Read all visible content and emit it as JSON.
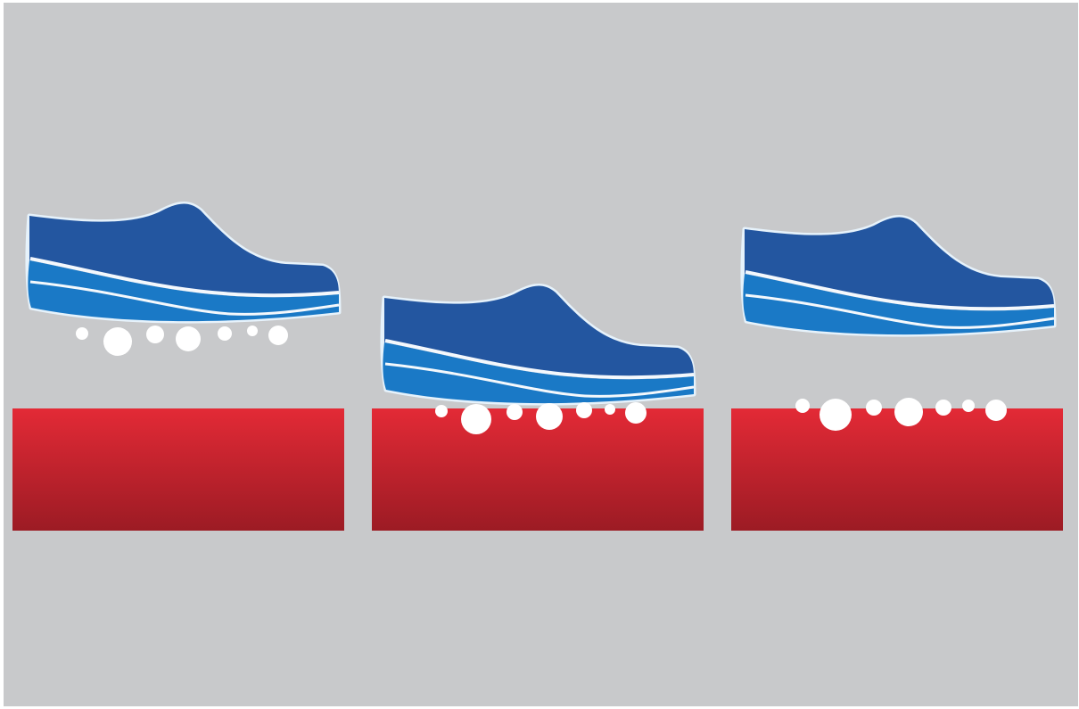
{
  "illustration": {
    "panels": [
      {
        "id": "panel-1",
        "granule_state": "above-surface"
      },
      {
        "id": "panel-2",
        "granule_state": "embedded-in-surface"
      },
      {
        "id": "panel-3",
        "granule_state": "resting-on-surface"
      }
    ],
    "colors": {
      "background": "#c8c9cb",
      "page_border": "#ffffff",
      "shoe_upper": "#2356a0",
      "shoe_sole": "#1a79c6",
      "shoe_outline": "#e6f2fb",
      "sole_stripe": "#f4f8fc",
      "block_top": "#e32a36",
      "block_bottom": "#9c1b24",
      "granules": "#ffffff"
    },
    "icons": {
      "shoe": "shoe-icon",
      "granule": "granule-icon"
    }
  }
}
